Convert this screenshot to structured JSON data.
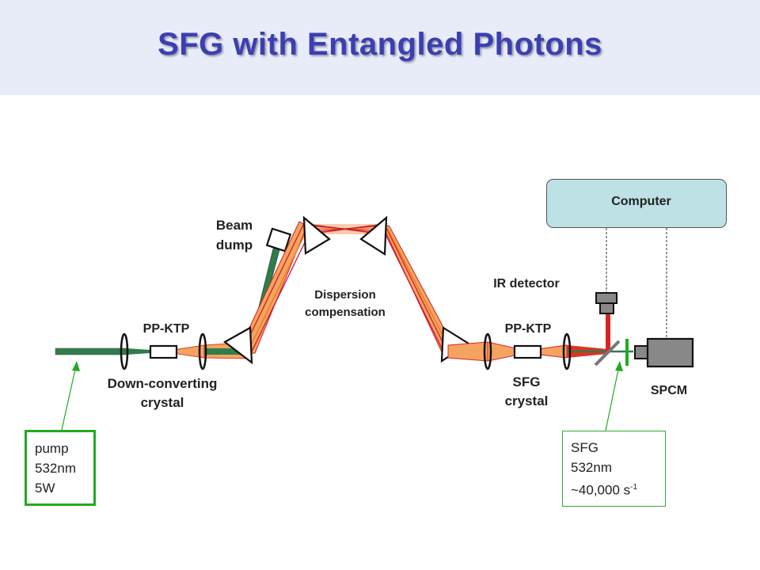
{
  "title": "SFG with Entangled Photons",
  "labels": {
    "pp_ktp_left": "PP-KTP",
    "down_converting": "Down-converting",
    "crystal_left": "crystal",
    "beam": "Beam",
    "dump": "dump",
    "dispersion": "Dispersion",
    "compensation": "compensation",
    "pp_ktp_right": "PP-KTP",
    "sfg": "SFG",
    "crystal_right": "crystal",
    "ir_detector": "IR detector",
    "spcm": "SPCM",
    "computer": "Computer"
  },
  "pump_note": {
    "line1": "pump",
    "line2": "532nm",
    "line3": "5W"
  },
  "sfg_note": {
    "line1": "SFG",
    "line2": "532nm",
    "line3_prefix": "~40,000 s",
    "line3_sup": "-1"
  },
  "colors": {
    "title": "#3b3fb0",
    "pump_green": "#2e7d4a",
    "beam_orange": "#f4a460",
    "beam_red": "#dd2222",
    "computer_fill": "#bde1e4",
    "note_border": "#22aa22"
  }
}
